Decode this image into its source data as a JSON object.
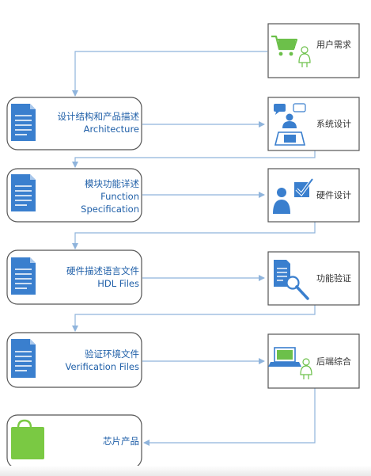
{
  "diagram": {
    "colors": {
      "doc_blue": "#3a7fce",
      "arrow_blue": "#8fb4dc",
      "label_blue": "#1f5fa8",
      "cart_green": "#6cc04a",
      "bag_green": "#7ac943",
      "box_border": "#555555"
    },
    "left_boxes": [
      {
        "icon": "document-icon",
        "lines": [
          "设计结构和产品描述",
          "Architecture"
        ]
      },
      {
        "icon": "document-icon",
        "lines": [
          "模块功能详述",
          "Function",
          "Specification"
        ]
      },
      {
        "icon": "document-icon",
        "lines": [
          "硬件描述语言文件",
          "HDL Files"
        ]
      },
      {
        "icon": "document-icon",
        "lines": [
          "验证环境文件",
          "Verification Files"
        ]
      },
      {
        "icon": "shopping-bag-icon",
        "lines": [
          "芯片产品"
        ]
      }
    ],
    "right_boxes": [
      {
        "icon": "shopping-cart-user-icon",
        "label": "用户需求"
      },
      {
        "icon": "meeting-users-icon",
        "label": "系统设计"
      },
      {
        "icon": "user-checkmark-icon",
        "label": "硬件设计"
      },
      {
        "icon": "document-magnifier-icon",
        "label": "功能验证"
      },
      {
        "icon": "laptop-user-icon",
        "label": "后端综合"
      }
    ]
  }
}
